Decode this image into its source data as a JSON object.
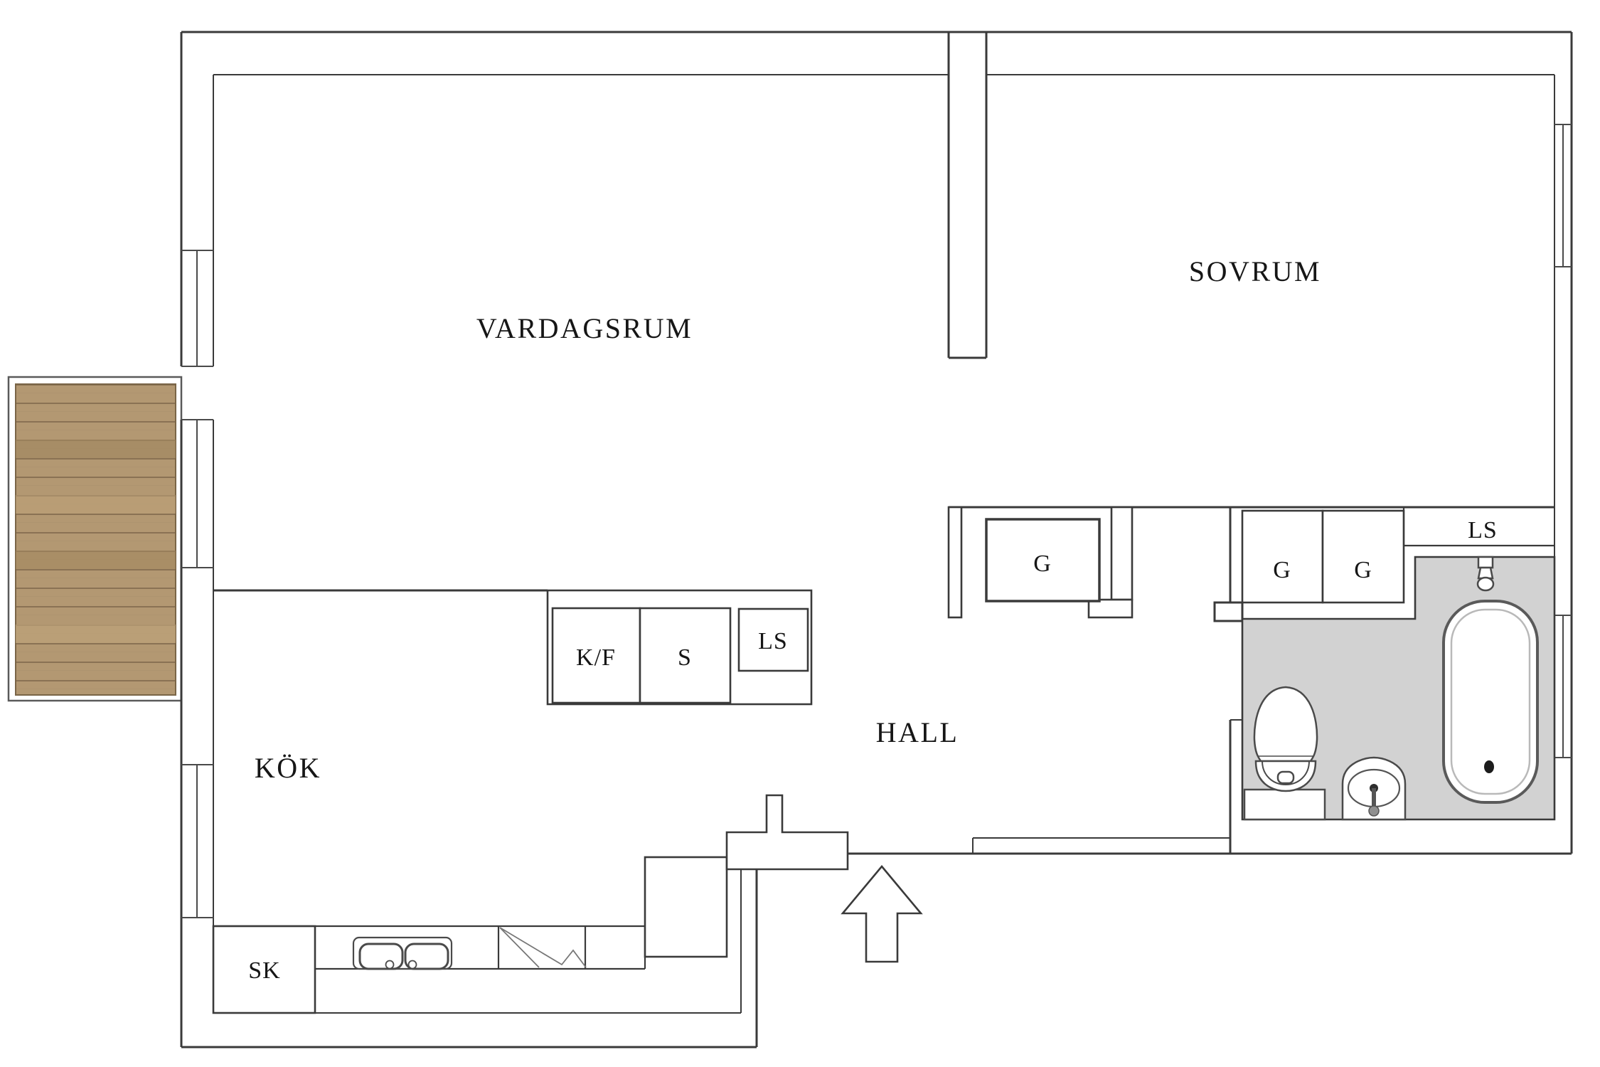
{
  "labels": {
    "living_room": "VARDAGSRUM",
    "bedroom": "SOVRUM",
    "kitchen": "KÖK",
    "hall": "HALL",
    "cleaning_closet": "SK",
    "fridge_freezer": "K/F",
    "pantry": "S",
    "linen_closet_kitchen": "LS",
    "wardrobe_hall": "G",
    "wardrobe_bedroom_1": "G",
    "wardrobe_bedroom_2": "G",
    "linen_closet_bathroom": "LS"
  },
  "colors": {
    "wall_line": "#3a3a3a",
    "bathroom_floor": "#d2d2d2",
    "balcony_wood": "#b39872",
    "balcony_wood_gap": "#8a7254",
    "balcony_wood_dark": "#a2875f",
    "balcony_wood_light": "#bda379",
    "fixture_outline": "#4a4a4a",
    "label_text": "#161616",
    "background": "#ffffff"
  },
  "icons": {
    "entry_arrow": "arrow-up-icon",
    "bathtub": "bathtub-icon",
    "toilet": "toilet-icon",
    "washbasin": "washbasin-icon",
    "kitchen_sink": "double-sink-icon",
    "dish_rack": "dish-rack-icon",
    "balcony_deck": "wood-deck-icon"
  }
}
